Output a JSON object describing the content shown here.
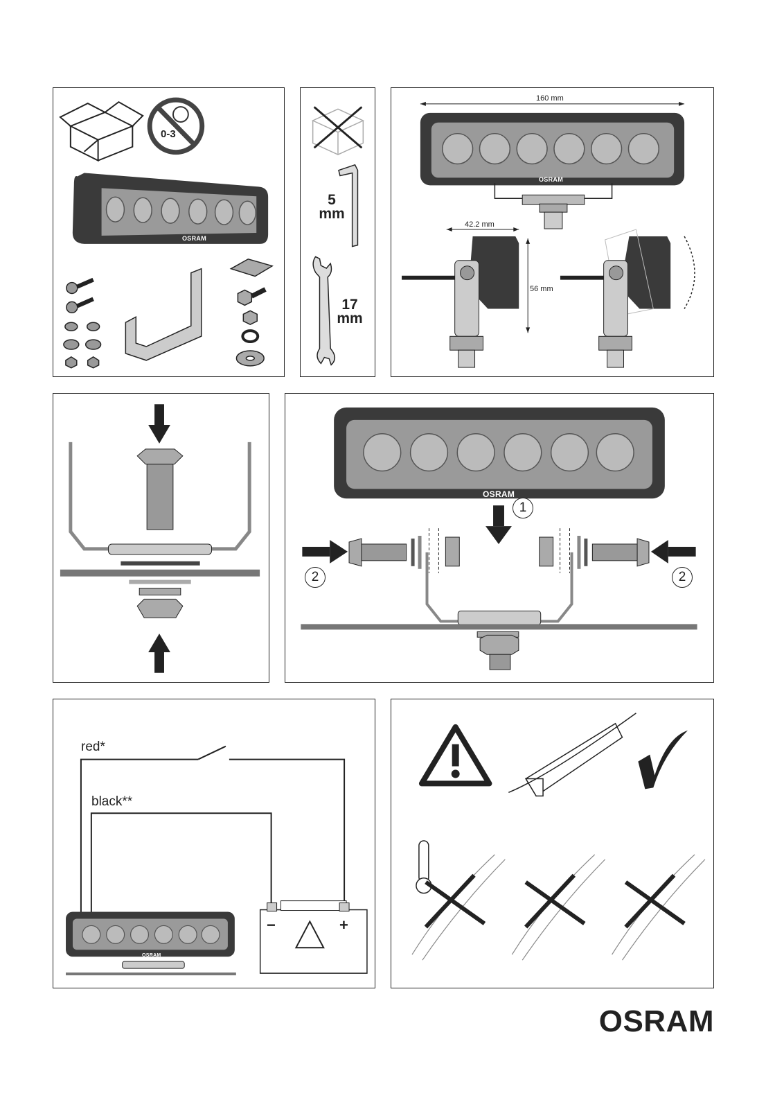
{
  "panel_contents": {
    "age_warning": "0-3",
    "hex_key_size": "5\nmm",
    "wrench_size": "17\nmm",
    "lamp_brand": "OSRAM"
  },
  "dimensions": {
    "width": "160 mm",
    "depth": "42.2 mm",
    "height": "56 mm"
  },
  "mounting": {
    "step_1": "1",
    "step_2": "2",
    "lamp_brand": "OSRAM"
  },
  "wiring": {
    "red_label": "red*",
    "black_label": "black**",
    "battery_minus": "−",
    "battery_plus": "+",
    "lamp_brand": "OSRAM"
  },
  "brand": {
    "logo": "OSRAM"
  },
  "icons": [
    "box-icon",
    "no-children-icon",
    "no-box-icon",
    "hex-key-icon",
    "wrench-icon",
    "warning-icon",
    "checkmark-icon",
    "thermometer-icon",
    "battery-icon"
  ]
}
